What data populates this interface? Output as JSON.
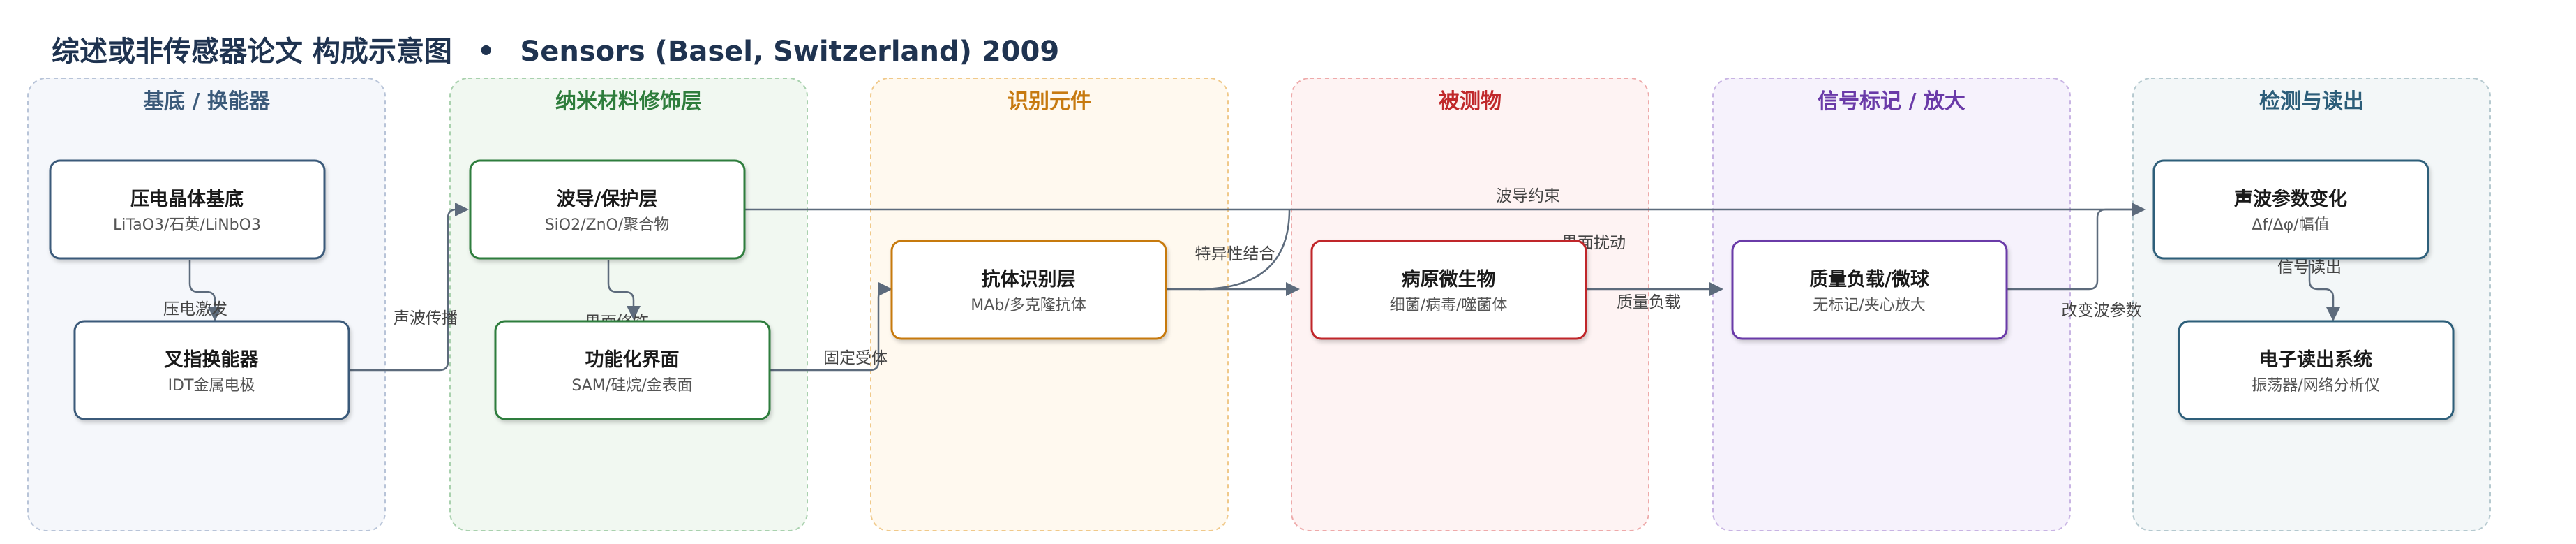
{
  "title": {
    "main": "综述或非传感器论文 构成示意图",
    "separator": "•",
    "journal": "Sensors (Basel, Switzerland) 2009"
  },
  "groups": [
    {
      "id": "g1",
      "label": "基底 / 换能器",
      "color": "#3b5a7a",
      "fill": "#f5f7fb",
      "stroke": "#b8c4d8"
    },
    {
      "id": "g2",
      "label": "纳米材料修饰层",
      "color": "#2e7d3c",
      "fill": "#f1f8f1",
      "stroke": "#a9d1ae"
    },
    {
      "id": "g3",
      "label": "识别元件",
      "color": "#c77a10",
      "fill": "#fff9ef",
      "stroke": "#f0c98a"
    },
    {
      "id": "g4",
      "label": "被测物",
      "color": "#c0282b",
      "fill": "#fef3f3",
      "stroke": "#eeaaaa"
    },
    {
      "id": "g5",
      "label": "信号标记 / 放大",
      "color": "#6a3aa8",
      "fill": "#f6f2fc",
      "stroke": "#c8b4e3"
    },
    {
      "id": "g6",
      "label": "检测与读出",
      "color": "#2d5e7a",
      "fill": "#f3f7f8",
      "stroke": "#b5c9cf"
    }
  ],
  "nodes": [
    {
      "id": "piezo",
      "title": "压电晶体基底",
      "sub": "LiTaO3/石英/LiNbO3",
      "stroke": "#3b5a7a"
    },
    {
      "id": "idt",
      "title": "叉指换能器",
      "sub": "IDT金属电极",
      "stroke": "#3b5a7a"
    },
    {
      "id": "guide",
      "title": "波导/保护层",
      "sub": "SiO2/ZnO/聚合物",
      "stroke": "#2e7d3c"
    },
    {
      "id": "func",
      "title": "功能化界面",
      "sub": "SAM/硅烷/金表面",
      "stroke": "#2e7d3c"
    },
    {
      "id": "antibody",
      "title": "抗体识别层",
      "sub": "MAb/多克隆抗体",
      "stroke": "#c77a10"
    },
    {
      "id": "pathogen",
      "title": "病原微生物",
      "sub": "细菌/病毒/噬菌体",
      "stroke": "#c0282b"
    },
    {
      "id": "mass",
      "title": "质量负载/微球",
      "sub": "无标记/夹心放大",
      "stroke": "#6a3aa8"
    },
    {
      "id": "acoustic",
      "title": "声波参数变化",
      "sub": "Δf/Δφ/幅值",
      "stroke": "#2d5e7a"
    },
    {
      "id": "readout",
      "title": "电子读出系统",
      "sub": "振荡器/网络分析仪",
      "stroke": "#2d5e7a"
    }
  ],
  "edge_labels": {
    "piezo_idt": "压电激发",
    "idt_guide": "声波传播",
    "guide_func": "界面修饰",
    "func_antibody": "固定受体",
    "antibody_pathogen": "特异性结合",
    "guide_acoustic": "波导约束",
    "pathogen_mass": "质量负载",
    "pathogen_interface": "界面扰动",
    "mass_acoustic": "改变波参数",
    "acoustic_readout": "信号读出"
  },
  "colors": {
    "title": "#1f3350",
    "edge": "#5d6b7c",
    "node_title": "#1a1a1a",
    "node_sub": "#555555",
    "label": "#444444"
  }
}
